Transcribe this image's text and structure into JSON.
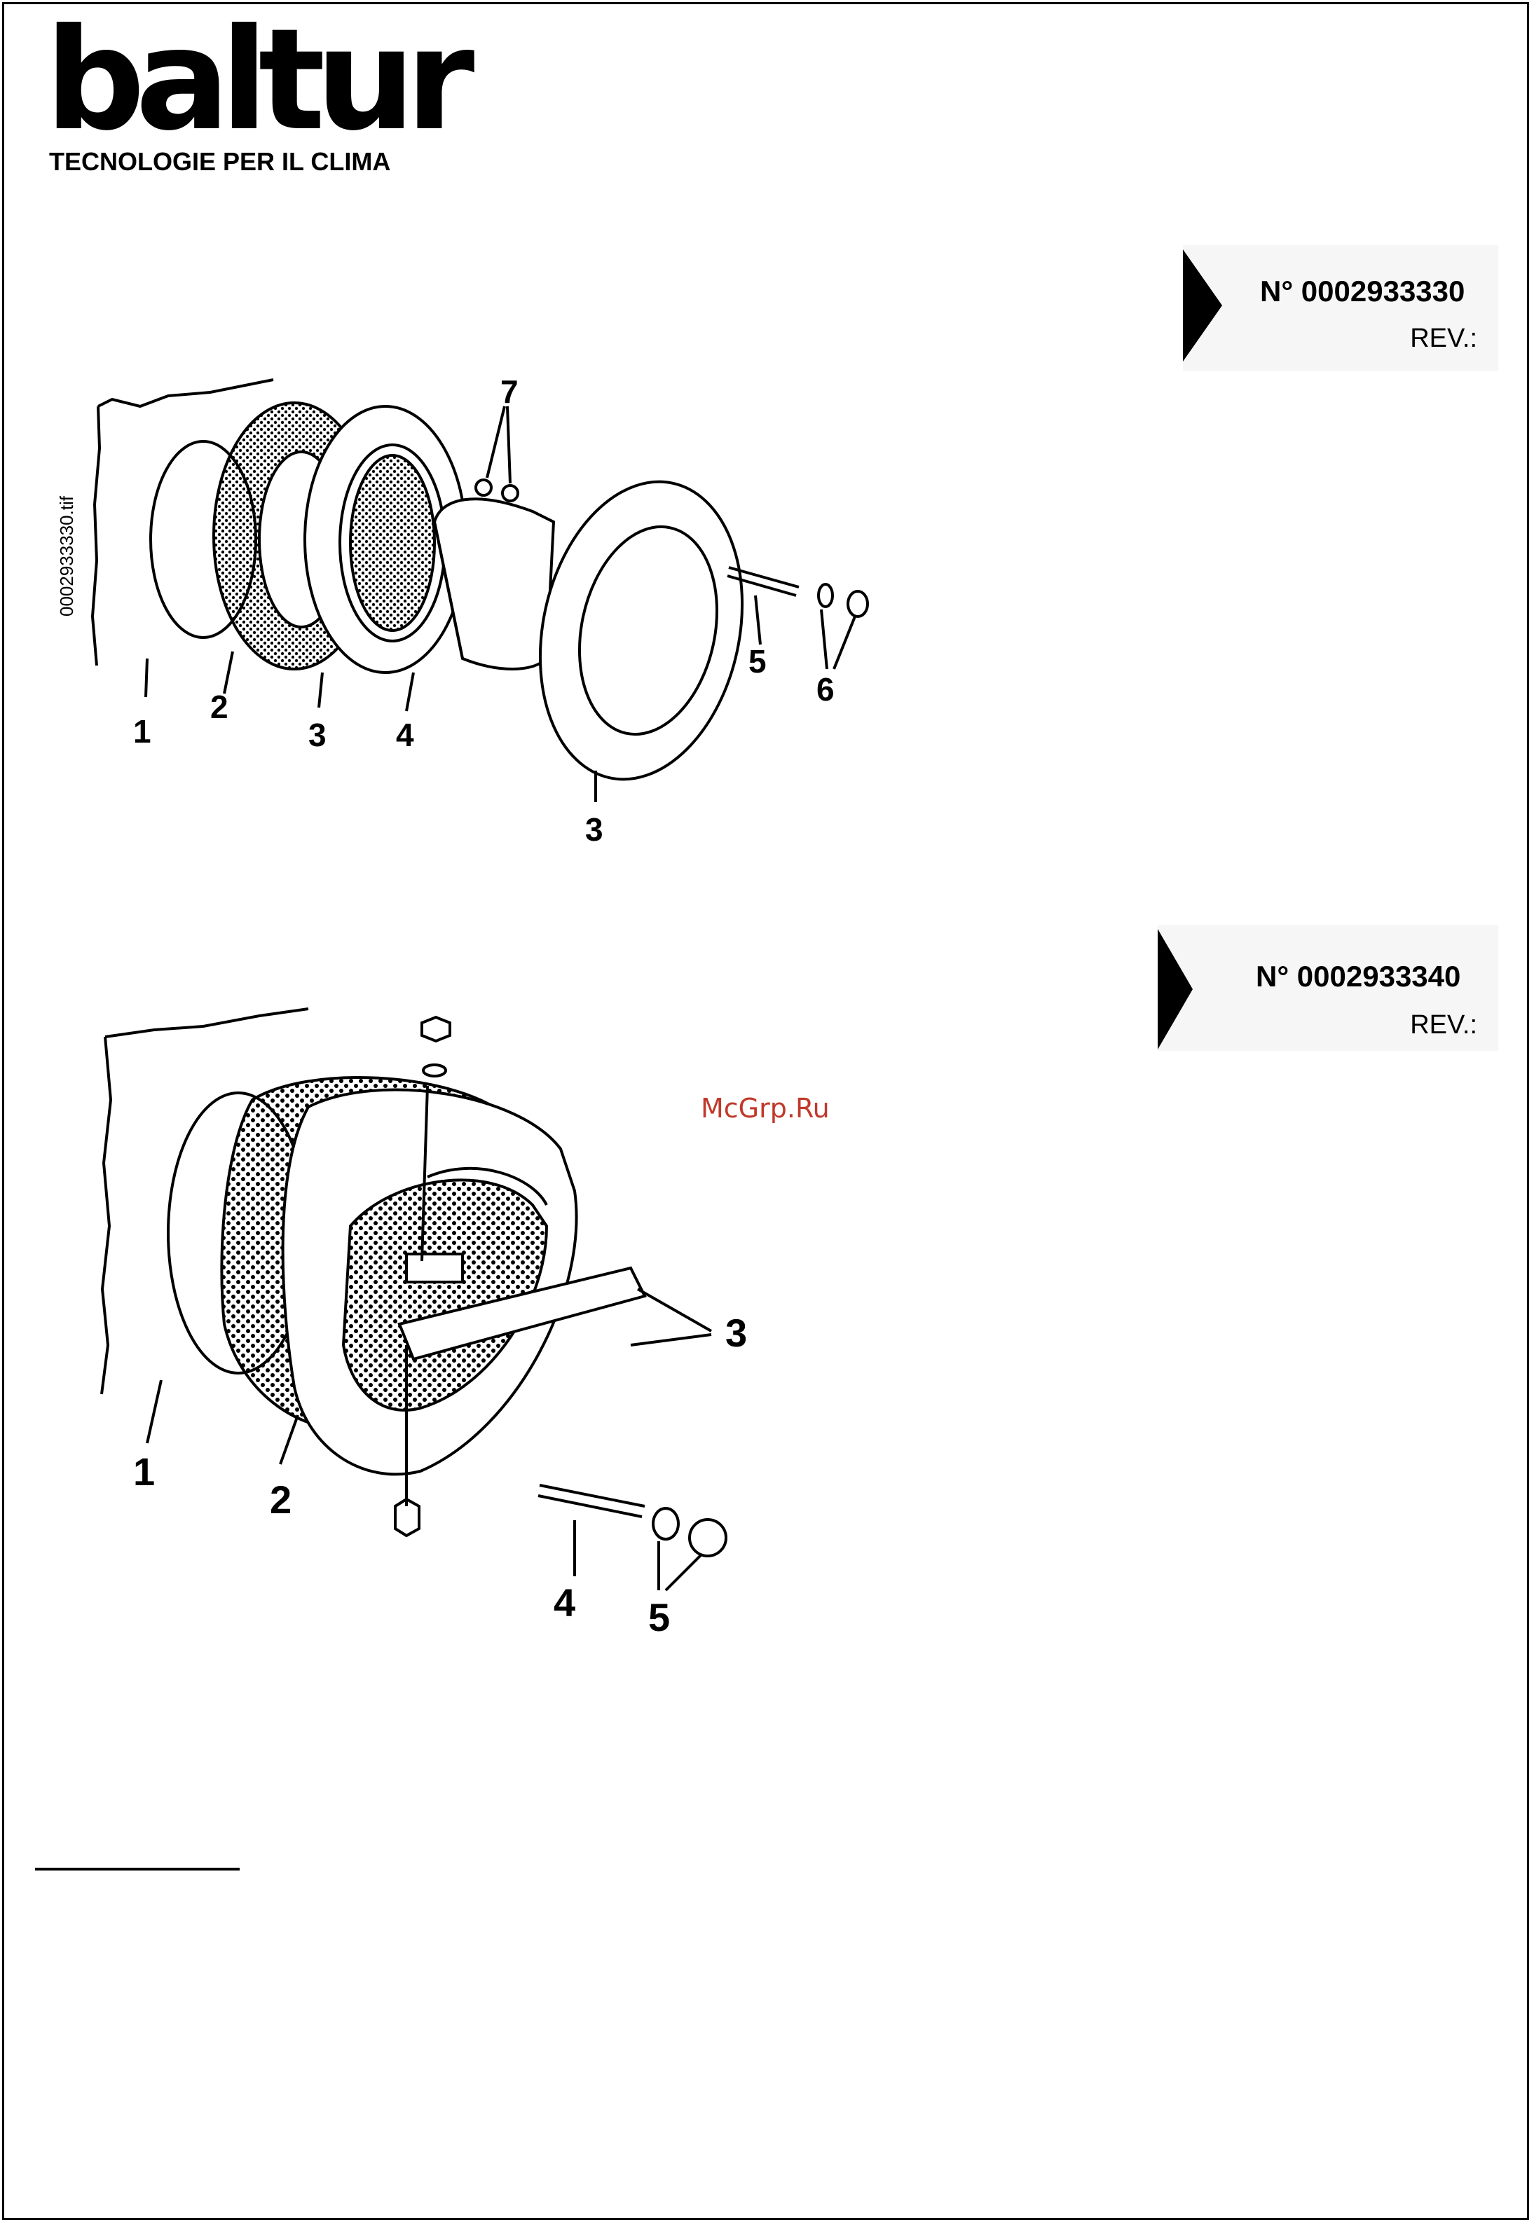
{
  "logo": {
    "word": "baltur",
    "tagline": "TECNOLOGIE PER IL CLIMA"
  },
  "references": [
    {
      "number": "N° 0002933330",
      "rev": "REV.:"
    },
    {
      "number": "N° 0002933340",
      "rev": "REV.:"
    }
  ],
  "figure1": {
    "file_label": "0002933330.tif",
    "callouts": [
      "1",
      "2",
      "3",
      "4",
      "3",
      "5",
      "6",
      "7"
    ]
  },
  "figure2": {
    "callouts": [
      "1",
      "2",
      "3",
      "4",
      "5"
    ]
  },
  "watermark": "McGrp.Ru",
  "colors": {
    "ink": "#000000",
    "watermark": "#c0392b",
    "ref_bg": "#f6f6f6"
  }
}
